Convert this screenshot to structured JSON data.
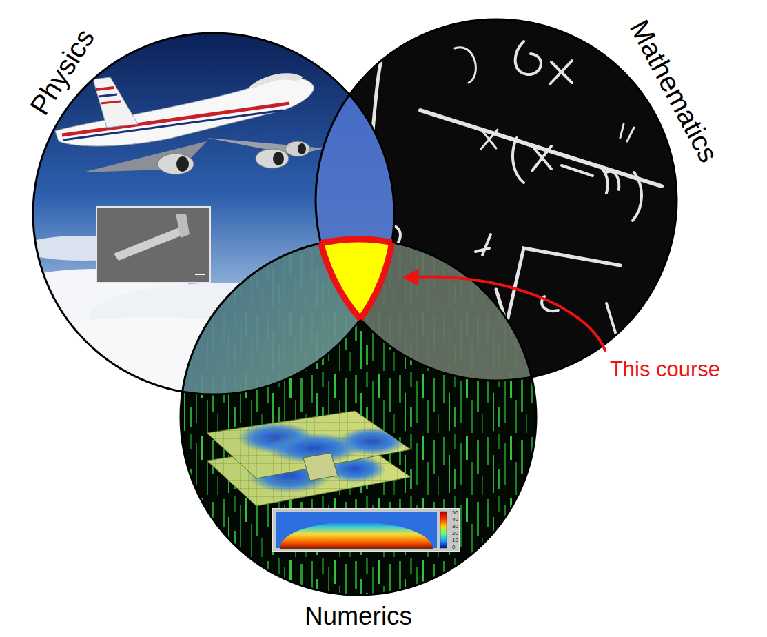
{
  "diagram": {
    "nodes": [
      {
        "text": [
          "Physics"
        ]
      },
      {
        "text": [
          "Mathematics"
        ]
      },
      {
        "text": [
          "Numerics"
        ]
      }
    ],
    "labels": [
      "This course",
      "50",
      "40",
      "30",
      "20",
      "10",
      "0"
    ]
  }
}
